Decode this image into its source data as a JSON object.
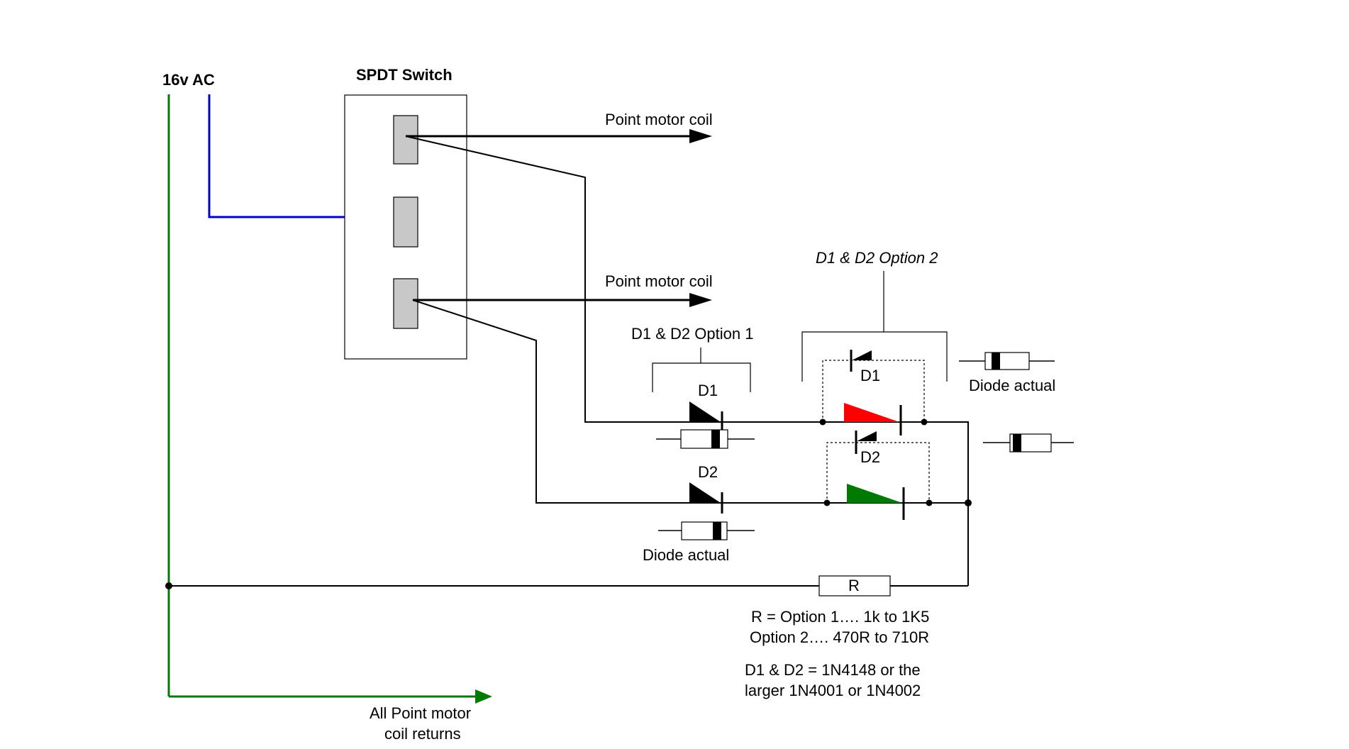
{
  "labels": {
    "supply": "16v AC",
    "switch_title": "SPDT Switch",
    "coil_top": "Point motor coil",
    "coil_bottom": "Point motor coil",
    "option1": "D1 & D2 Option 1",
    "option2": "D1 & D2 Option 2",
    "d1": "D1",
    "d2": "D2",
    "opt2_d1": "D1",
    "opt2_d2": "D2",
    "diode_actual_top": "Diode actual",
    "diode_actual_bottom": "Diode actual",
    "resistor": "R",
    "r_note_line1": "R = Option 1…. 1k to 1K5",
    "r_note_line2": "Option 2…. 470R to 710R",
    "d_note_line1": "D1 & D2 = 1N4148 or the",
    "d_note_line2": "larger 1N4001 or 1N4002",
    "returns_line1": "All Point motor",
    "returns_line2": "coil returns"
  },
  "colors": {
    "ac_green": "#007a00",
    "ac_blue": "#0000cc",
    "diode_red": "#ff0000",
    "diode_green": "#007a00",
    "terminal_gray": "#c8c8c8"
  }
}
